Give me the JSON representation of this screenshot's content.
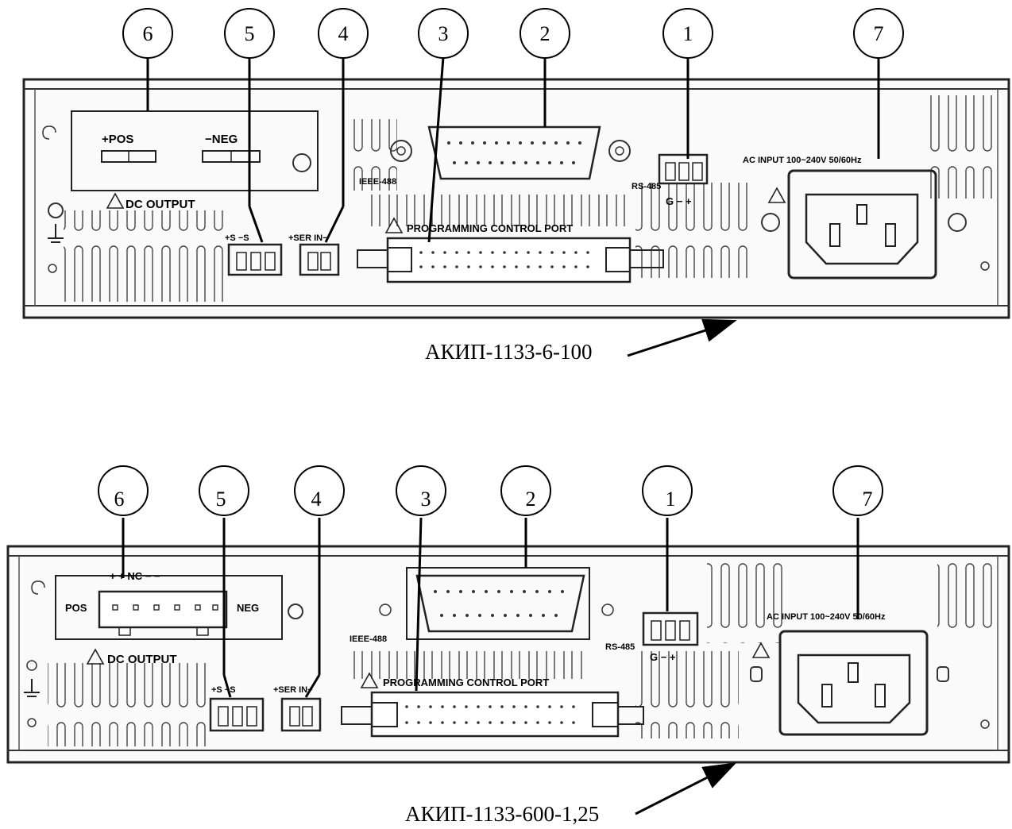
{
  "callouts": [
    "1",
    "2",
    "3",
    "4",
    "5",
    "6",
    "7"
  ],
  "panel1": {
    "model": "АКИП-1133-6-100",
    "pos": "+POS",
    "neg": "−NEG",
    "dc_output": "DC OUTPUT",
    "ieee": "IEEE-488",
    "rs485": "RS-485",
    "rs_pins": "G − +",
    "ac_input": "AC INPUT 100~240V 50/60Hz",
    "prog_port": "PROGRAMMING CONTROL PORT",
    "sense": "+S   −S",
    "ser": "+SER IN−"
  },
  "panel2": {
    "model": "АКИП-1133-600-1,25",
    "pos": "POS",
    "neg": "NEG",
    "terminal_pins": "+  +  NC  −  −",
    "dc_output": "DC OUTPUT",
    "ieee": "IEEE-488",
    "rs485": "RS-485",
    "rs_pins": "G − +",
    "ac_input": "AC INPUT 100~240V 50/60Hz",
    "prog_port": "PROGRAMMING CONTROL PORT",
    "sense": "+S   −S",
    "ser": "+SER IN−"
  }
}
